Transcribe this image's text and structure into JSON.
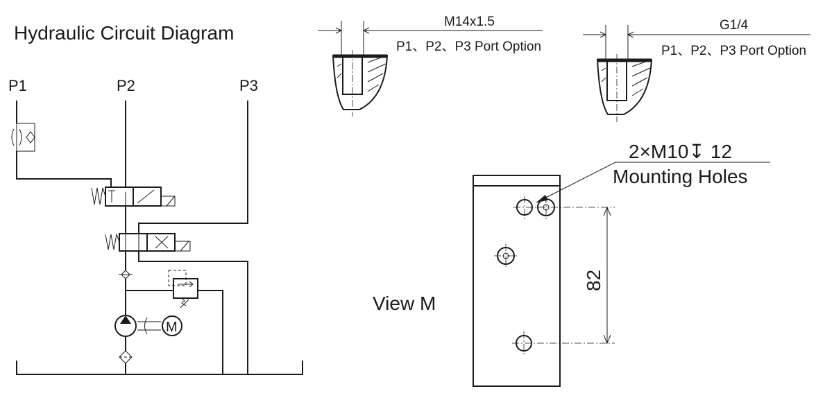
{
  "title": "Hydraulic Circuit Diagram",
  "title_color": "#2aa3d8",
  "line_color": "#1a1a1a",
  "ports": [
    "P1",
    "P2",
    "P3"
  ],
  "motor_symbol": "M",
  "port_detail_left": {
    "thread": "M14x1.5",
    "caption": "P1、P2、P3 Port Option"
  },
  "port_detail_right": {
    "thread": "G1/4",
    "caption": "P1、P2、P3 Port Option"
  },
  "mounting": {
    "spec": "2×M10",
    "depth_symbol": "↧",
    "depth": "12",
    "label": "Mounting Holes"
  },
  "dimension_82": "82",
  "view_label": "View M"
}
